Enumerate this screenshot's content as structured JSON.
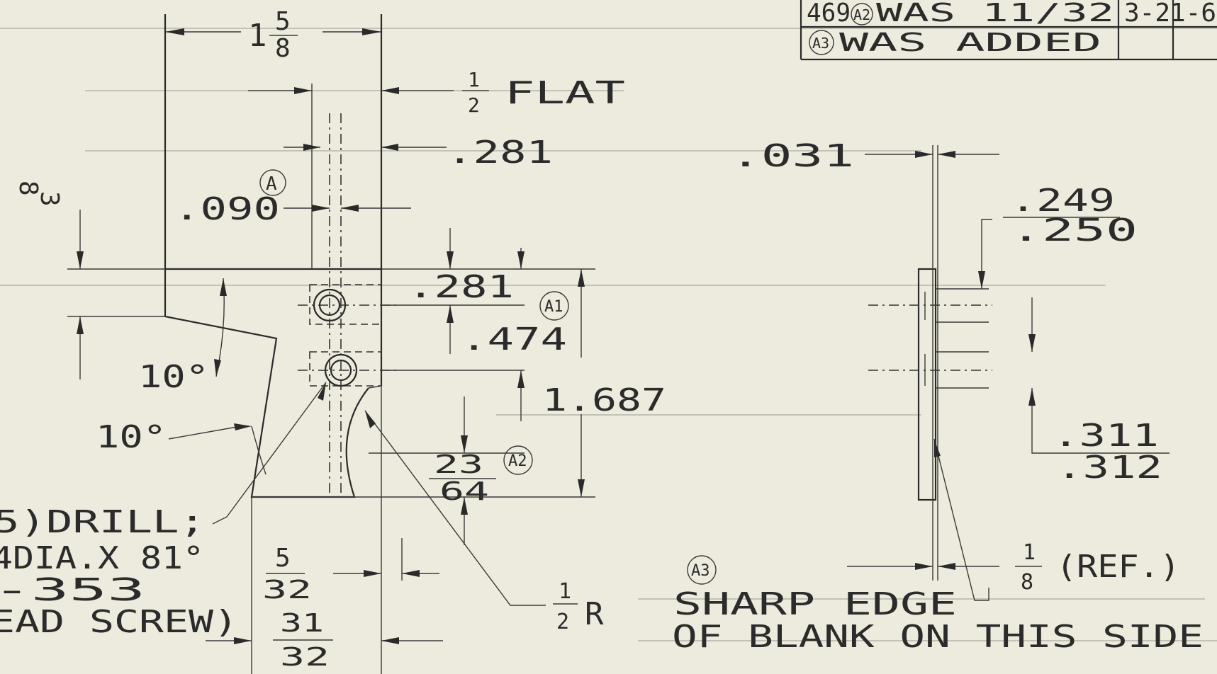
{
  "revision_block": {
    "row1_text": "469",
    "row1_rev": "A2",
    "row1_was": "WAS 11/32",
    "row1_date": "3-21-6",
    "row2_rev": "A3",
    "row2_text": "WAS ADDED"
  },
  "dimensions": {
    "top_width_num": "5",
    "top_width_den": "8",
    "top_width_whole": "1",
    "flat_num": "1",
    "flat_den": "2",
    "flat_label": "FLAT",
    "d281_top": ".281",
    "tag_a": "A",
    "d090": ".090",
    "left_frac_num": "3",
    "left_frac_den": "8",
    "d281_mid": ".281",
    "tag_a1": "A1",
    "d474": ".474",
    "d1687": "1.687",
    "angle_upper": "10°",
    "angle_lower": "10°",
    "frac_23": "23",
    "frac_64": "64",
    "tag_a2": "A2",
    "frac_5": "5",
    "frac_32a": "32",
    "frac_31": "31",
    "frac_32b": "32",
    "radius_num": "1",
    "radius_den": "2",
    "radius_r": "R",
    "d031": ".031",
    "d249": ".249",
    "d250": ".250",
    "d311": ".311",
    "d312": ".312",
    "ref_num": "1",
    "ref_den": "8",
    "ref_label": "(REF.)"
  },
  "notes": {
    "drill_line1": "5)DRILL;",
    "drill_line2": "4DIA.X 81°",
    "drill_line3": "-353",
    "drill_line4": "EAD SCREW)",
    "tag_a3": "A3",
    "sharp_line1": "SHARP EDGE",
    "sharp_line2": "OF BLANK ON THIS SIDE"
  }
}
